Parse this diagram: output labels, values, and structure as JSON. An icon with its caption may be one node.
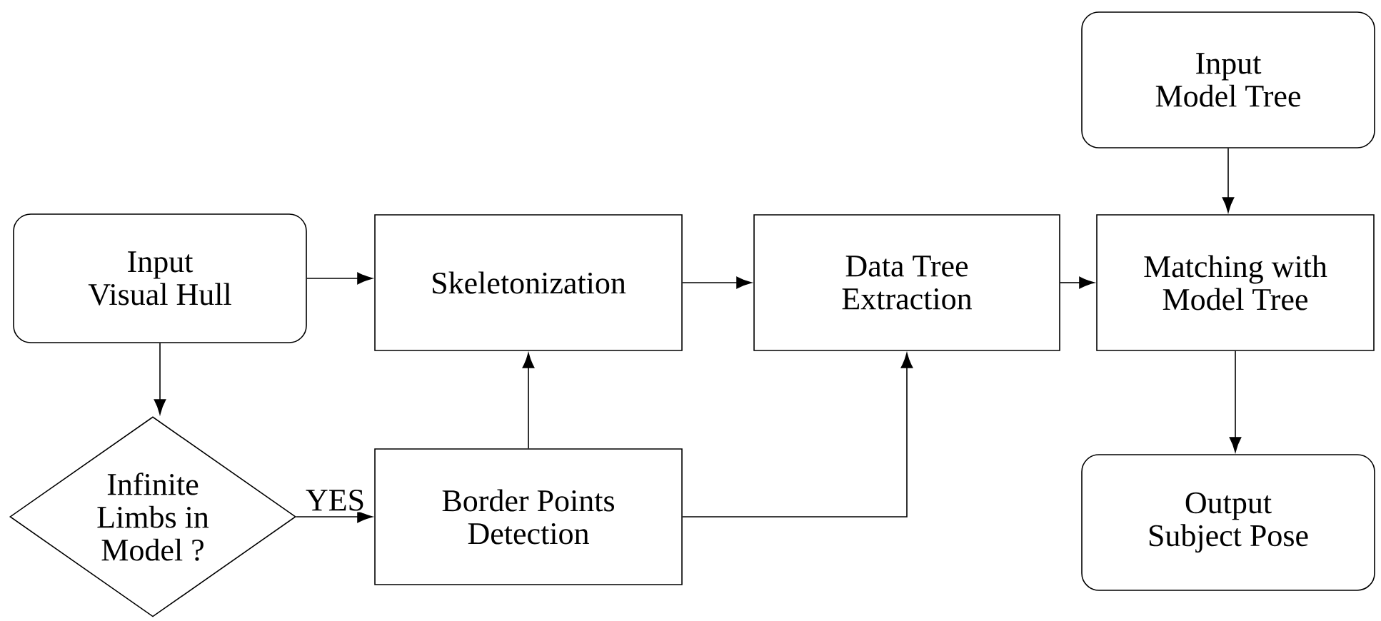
{
  "diagram": {
    "nodes": [
      {
        "text": [
          "Input Visual Hull"
        ]
      },
      {
        "text": [
          "Skeletonization"
        ]
      },
      {
        "text": [
          "Data Tree Extraction"
        ]
      },
      {
        "text": [
          "Input Model Tree"
        ]
      },
      {
        "text": [
          "Matching with Model Tree"
        ]
      },
      {
        "text": [
          "Infinite Limbs in Model ?"
        ]
      },
      {
        "text": [
          "Border Points Detection"
        ]
      },
      {
        "text": [
          "Output Subject Pose"
        ]
      }
    ],
    "edges": [
      {
        "from": 0,
        "to": 1,
        "arrow": "to"
      },
      {
        "from": 1,
        "to": 2,
        "arrow": "to"
      },
      {
        "from": 2,
        "to": 4,
        "arrow": "to"
      },
      {
        "from": 3,
        "to": 4,
        "arrow": "to"
      },
      {
        "from": 4,
        "to": 7,
        "arrow": "to"
      },
      {
        "from": 0,
        "to": 5,
        "arrow": "to"
      },
      {
        "from": 5,
        "to": 6,
        "arrow": "to",
        "label": "YES"
      },
      {
        "from": 6,
        "to": 1,
        "arrow": "to"
      },
      {
        "from": 6,
        "to": 2,
        "arrow": "to"
      }
    ]
  }
}
